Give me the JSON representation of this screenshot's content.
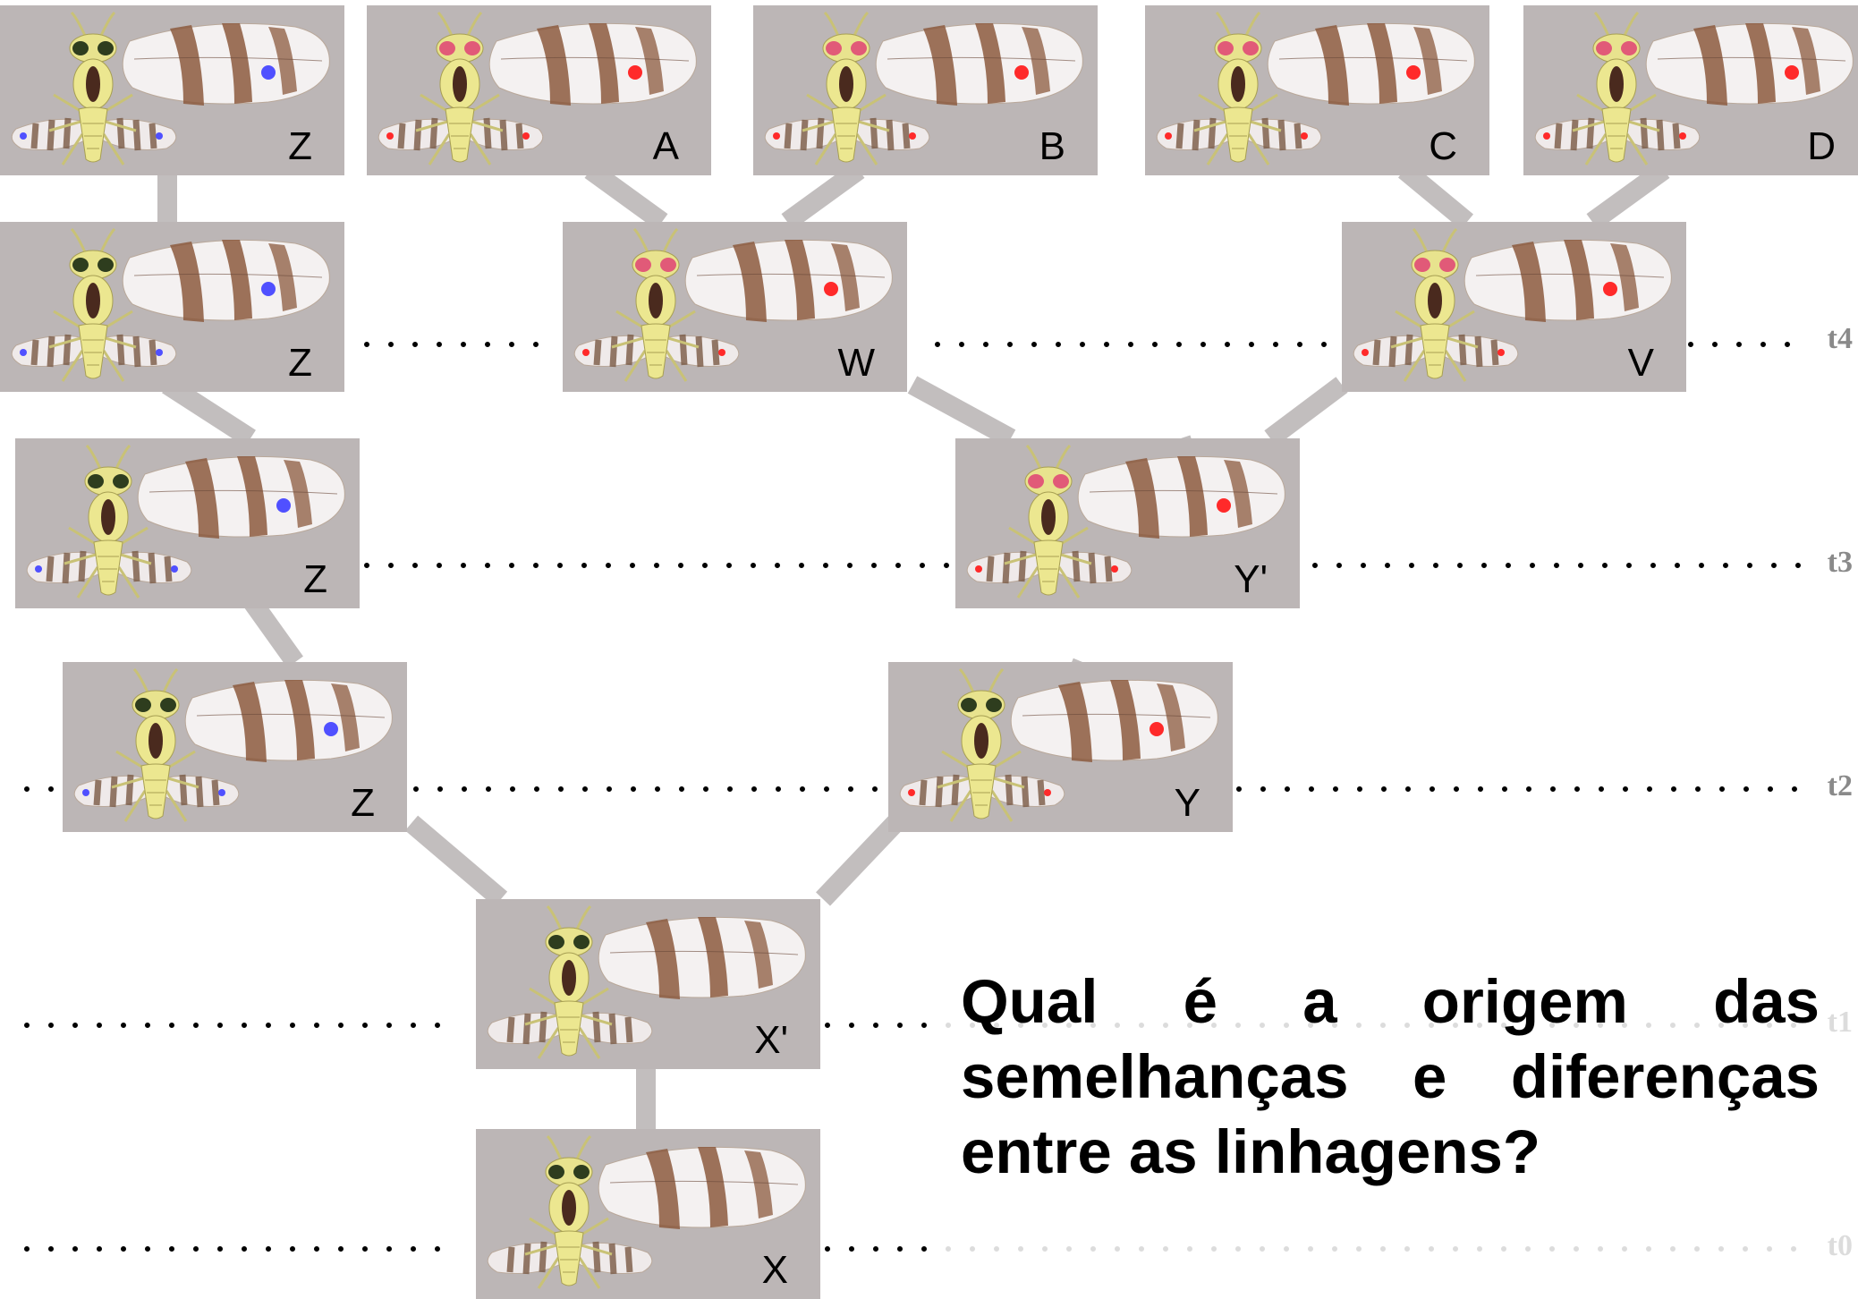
{
  "question": "Qual é a origem das semelhanças e diferenças entre as linhagens?",
  "time_labels": {
    "t0": "t0",
    "t1": "t1",
    "t2": "t2",
    "t3": "t3",
    "t4": "t4"
  },
  "nodes": {
    "Z_top": {
      "label": "Z",
      "eye": "#2e3d1e",
      "spot": "#5050ff"
    },
    "A": {
      "label": "A",
      "eye": "#e15a78",
      "spot": "#ff2a2a"
    },
    "B": {
      "label": "B",
      "eye": "#e15a78",
      "spot": "#ff2a2a"
    },
    "C": {
      "label": "C",
      "eye": "#e15a78",
      "spot": "#ff2a2a"
    },
    "D": {
      "label": "D",
      "eye": "#e15a78",
      "spot": "#ff2a2a"
    },
    "Z_t4": {
      "label": "Z",
      "eye": "#2e3d1e",
      "spot": "#5050ff"
    },
    "W": {
      "label": "W",
      "eye": "#e15a78",
      "spot": "#ff2a2a"
    },
    "V": {
      "label": "V",
      "eye": "#e15a78",
      "spot": "#ff2a2a"
    },
    "Z_t3": {
      "label": "Z",
      "eye": "#2e3d1e",
      "spot": "#5050ff"
    },
    "Y_prime": {
      "label": "Y'",
      "eye": "#e15a78",
      "spot": "#ff2a2a"
    },
    "Z_t2": {
      "label": "Z",
      "eye": "#2e3d1e",
      "spot": "#5050ff"
    },
    "Y": {
      "label": "Y",
      "eye": "#2e3d1e",
      "spot": "#ff2a2a"
    },
    "X_prime": {
      "label": "X'",
      "eye": "#2e3d1e",
      "spot": ""
    },
    "X": {
      "label": "X",
      "eye": "#2e3d1e",
      "spot": ""
    }
  },
  "colors": {
    "node_bg": "#bcb6b6",
    "connector": "#c2bebe",
    "dots": "#000000",
    "faint": "#dcdcdc"
  }
}
